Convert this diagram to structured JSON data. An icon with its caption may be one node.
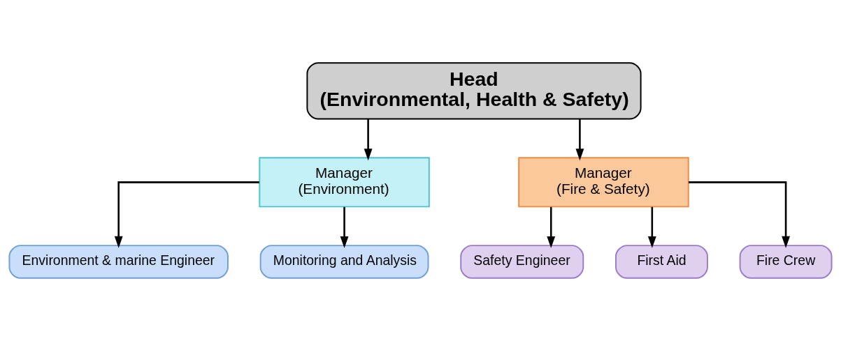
{
  "diagram": {
    "nodes": [
      {
        "text": [
          "Head",
          "(Environmental, Health & Safety)"
        ]
      },
      {
        "text": [
          "Manager",
          "(Environment)"
        ]
      },
      {
        "text": [
          "Manager",
          "(Fire & Safety)"
        ]
      },
      {
        "text": [
          "Environment & marine Engineer"
        ]
      },
      {
        "text": [
          "Monitoring and Analysis"
        ]
      },
      {
        "text": [
          "Safety Engineer"
        ]
      },
      {
        "text": [
          "First Aid"
        ]
      },
      {
        "text": [
          "Fire Crew"
        ]
      }
    ],
    "edges": [
      {
        "from": 0,
        "to": 1,
        "arrow": "to"
      },
      {
        "from": 0,
        "to": 2,
        "arrow": "to"
      },
      {
        "from": 1,
        "to": 3,
        "arrow": "to"
      },
      {
        "from": 1,
        "to": 4,
        "arrow": "to"
      },
      {
        "from": 2,
        "to": 5,
        "arrow": "to"
      },
      {
        "from": 2,
        "to": 6,
        "arrow": "to"
      },
      {
        "from": 2,
        "to": 7,
        "arrow": "to"
      }
    ]
  }
}
